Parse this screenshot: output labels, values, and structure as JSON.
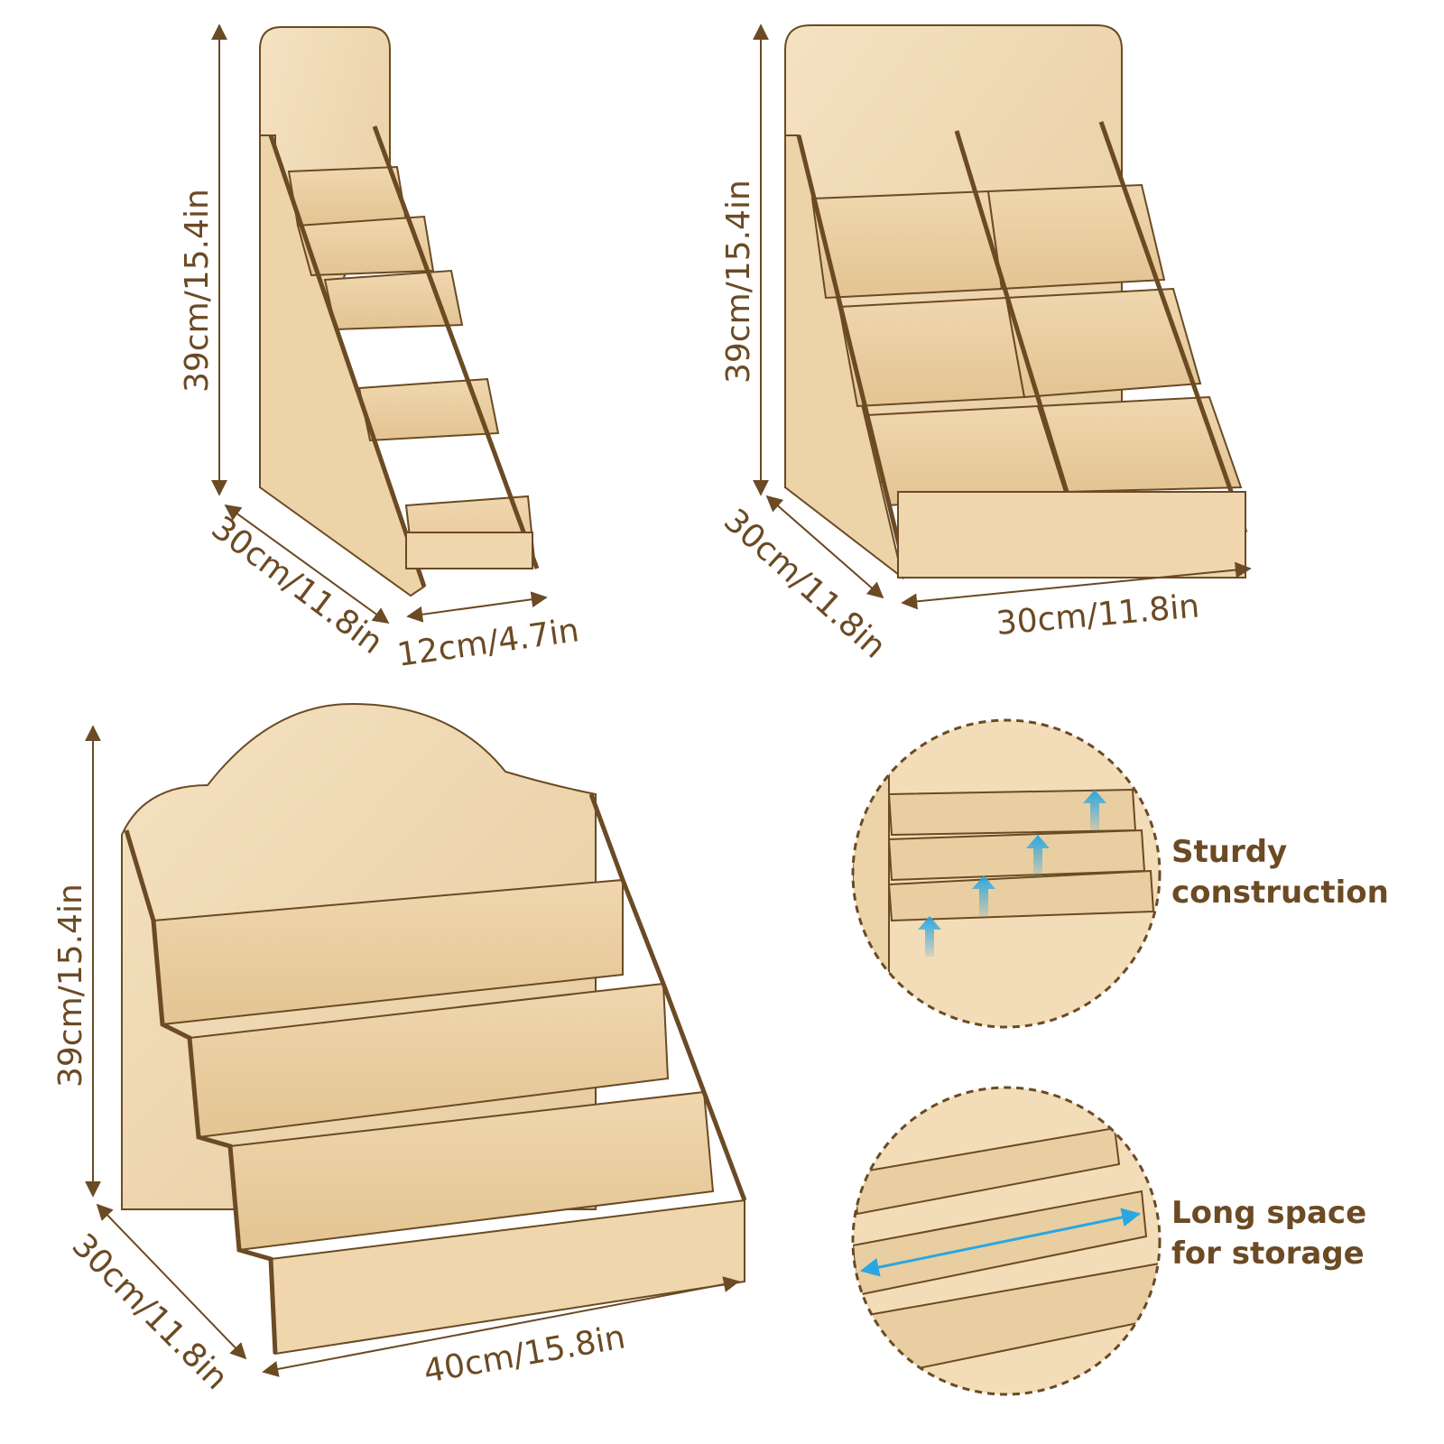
{
  "palette": {
    "wood_light": "#f2dcb8",
    "wood_mid": "#e8cea4",
    "wood_shadow": "#d9b98a",
    "edge": "#6b4a24",
    "arrow_blue": "#2aa7e0",
    "text_brown": "#6b4a24"
  },
  "products": [
    {
      "id": "narrow-5-tier",
      "height_label": "39cm/15.4in",
      "depth_label": "30cm/11.8in",
      "width_label": "12cm/4.7in"
    },
    {
      "id": "two-column-4-tier",
      "height_label": "39cm/15.4in",
      "depth_label": "30cm/11.8in",
      "width_label": "30cm/11.8in"
    },
    {
      "id": "wide-4-tier",
      "height_label": "39cm/15.4in",
      "depth_label": "30cm/11.8in",
      "width_label": "40cm/15.8in"
    }
  ],
  "callouts": [
    {
      "icon": "up-arrow-icon",
      "line1": "Sturdy",
      "line2": "construction"
    },
    {
      "icon": "double-arrow-icon",
      "line1": "Long space",
      "line2": "for storage"
    }
  ]
}
